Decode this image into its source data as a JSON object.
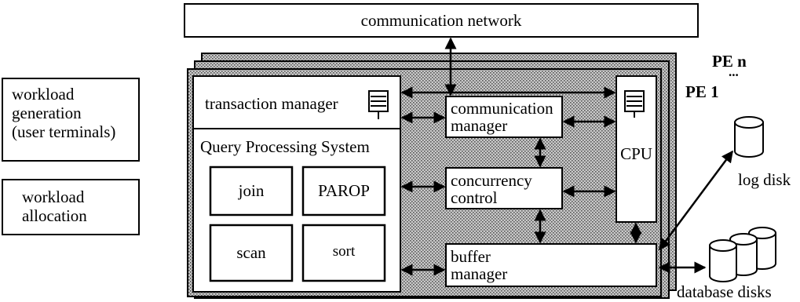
{
  "network": {
    "label": "communication network"
  },
  "pe_labels": {
    "top": "PE n",
    "dots": "...",
    "bottom": "PE 1"
  },
  "left_boxes": {
    "workload_generation": [
      "workload",
      "generation",
      "(user terminals)"
    ],
    "workload_allocation": [
      "workload",
      "allocation"
    ]
  },
  "pe": {
    "transaction_manager": "transaction manager",
    "query_processing_system": "Query Processing System",
    "operators": {
      "join": "join",
      "parop": "PAROP",
      "scan": "scan",
      "sort": "sort"
    },
    "communication_manager": [
      "communication",
      "manager"
    ],
    "concurrency_control": [
      "concurrency",
      "control"
    ],
    "buffer_manager": [
      "buffer",
      "manager"
    ],
    "cpu": "CPU"
  },
  "disks": {
    "log": "log disk",
    "database": "database disks"
  },
  "colors": {
    "line": "#000000",
    "shade": "#b9b9b9",
    "box": "#ffffff"
  }
}
